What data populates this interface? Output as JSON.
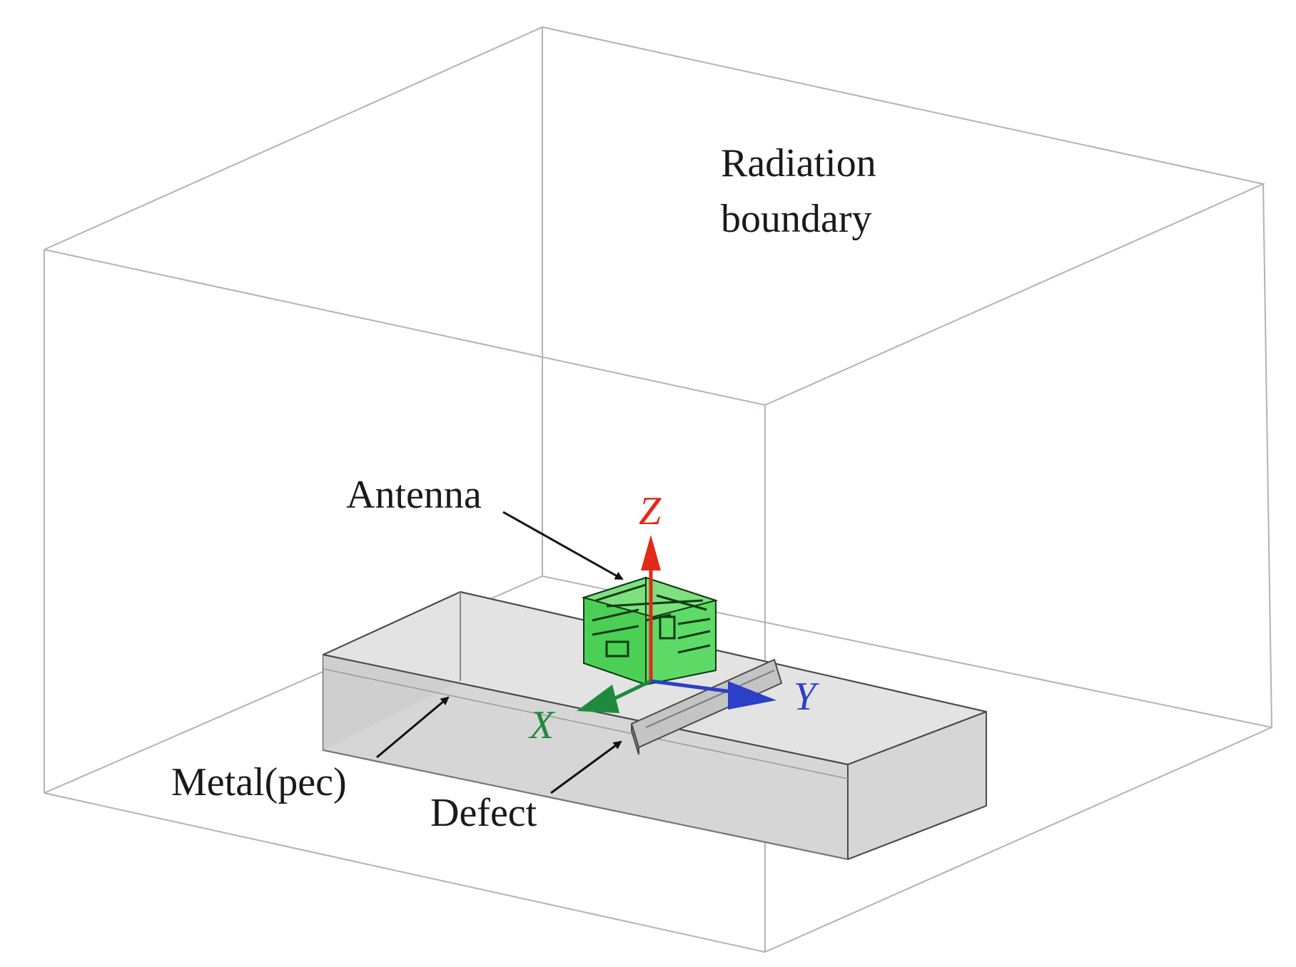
{
  "labels": {
    "radiation_line1": "Radiation",
    "radiation_line2": "boundary",
    "antenna": "Antenna",
    "metal": "Metal(pec)",
    "defect": "Defect"
  },
  "axes": {
    "x": {
      "label": "X",
      "color": "#1f8a3c"
    },
    "y": {
      "label": "Y",
      "color": "#2b3fc7"
    },
    "z": {
      "label": "Z",
      "color": "#e02a1a"
    }
  },
  "colors": {
    "boundary_box": "#b8b0b4",
    "metal_fill": "#d9d9d9",
    "metal_edge": "#4a4a4a",
    "antenna_fill": "#3fcf4a",
    "antenna_edge": "#0d3b12",
    "arrow": "#111111"
  }
}
